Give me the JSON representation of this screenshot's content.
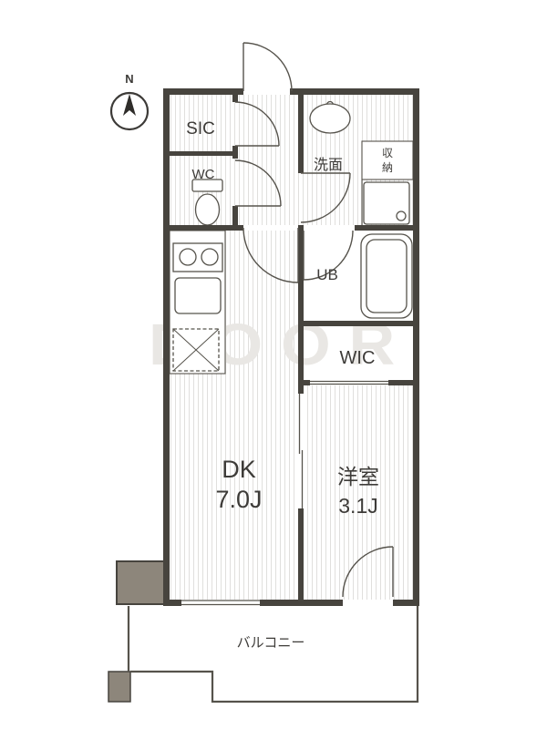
{
  "compass": {
    "north_label": "N"
  },
  "rooms": {
    "sic": {
      "label": "SIC"
    },
    "wc": {
      "label": "WC"
    },
    "washroom": {
      "label": "洗面"
    },
    "storage": {
      "char_top": "収",
      "char_bottom": "納"
    },
    "unit_bath": {
      "label": "UB"
    },
    "wic": {
      "label": "WIC"
    },
    "dining_kitchen": {
      "label": "DK",
      "size": "7.0J"
    },
    "western_room": {
      "label": "洋室",
      "size": "3.1J"
    },
    "balcony": {
      "label": "バルコニー"
    }
  },
  "watermark": {
    "text": "DOOR"
  },
  "colors": {
    "wall": "#47443e",
    "line": "#56534c",
    "text": "#3d3b38",
    "pillar_fill": "#8d867b",
    "floor_stripe": "#e0dfdd"
  }
}
